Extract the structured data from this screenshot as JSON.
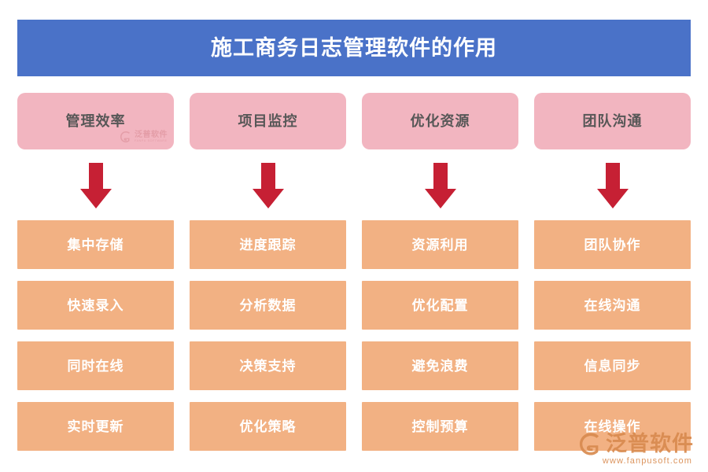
{
  "title": {
    "text": "施工商务日志管理软件的作用",
    "background_color": "#4a72c8",
    "text_color": "#ffffff"
  },
  "header_row": {
    "background_color": "#f2b5c0",
    "text_color": "#575757",
    "items": [
      {
        "label": "管理效率"
      },
      {
        "label": "项目监控"
      },
      {
        "label": "优化资源"
      },
      {
        "label": "团队沟通"
      }
    ]
  },
  "arrows": {
    "color": "#c62034",
    "direction": "down",
    "count": 4,
    "items": [
      {
        "name": "arrow-down-1"
      },
      {
        "name": "arrow-down-2"
      },
      {
        "name": "arrow-down-3"
      },
      {
        "name": "arrow-down-4"
      }
    ]
  },
  "grid": {
    "background_color": "#f2b183",
    "text_color": "#ffffff",
    "rows": [
      [
        {
          "label": "集中存储"
        },
        {
          "label": "进度跟踪"
        },
        {
          "label": "资源利用"
        },
        {
          "label": "团队协作"
        }
      ],
      [
        {
          "label": "快速录入"
        },
        {
          "label": "分析数据"
        },
        {
          "label": "优化配置"
        },
        {
          "label": "在线沟通"
        }
      ],
      [
        {
          "label": "同时在线"
        },
        {
          "label": "决策支持"
        },
        {
          "label": "避免浪费"
        },
        {
          "label": "信息同步"
        }
      ],
      [
        {
          "label": "实时更新"
        },
        {
          "label": "优化策略"
        },
        {
          "label": "控制预算"
        },
        {
          "label": "在线操作"
        }
      ]
    ]
  },
  "box_watermark": {
    "brand_cn": "泛普软件",
    "brand_en": "FANPU SOFTWARE",
    "color": "#c4696f"
  },
  "logo_watermark": {
    "brand_cn": "泛普软件",
    "url": "www.fanpusoft.com",
    "color": "#d98b50"
  }
}
